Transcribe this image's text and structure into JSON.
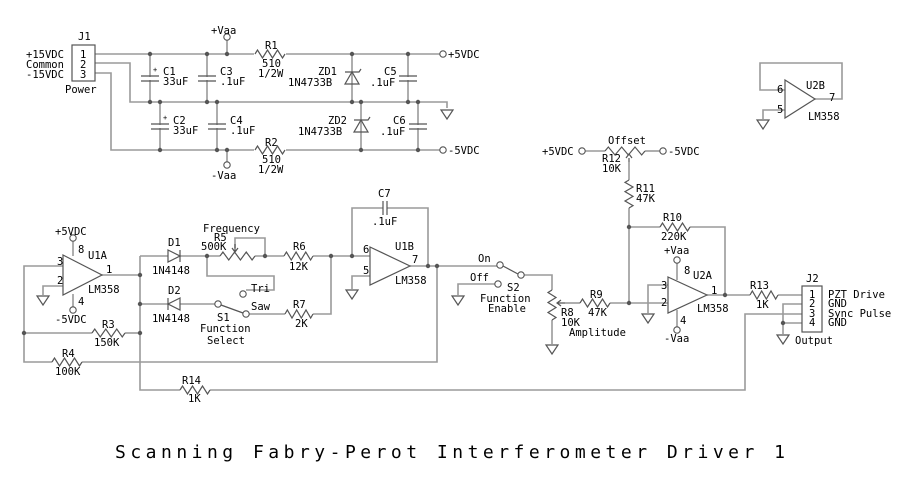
{
  "title": "Scanning Fabry-Perot Interferometer Driver 1",
  "j1": {
    "ref": "J1",
    "name": "Power",
    "pins": [
      "1",
      "2",
      "3"
    ],
    "signals": [
      "+15VDC",
      "Common",
      "-15VDC"
    ]
  },
  "rails": {
    "pos_out": "+5VDC",
    "neg_out": "-5VDC",
    "pos_vaa": "+Vaa",
    "neg_vaa": "-Vaa"
  },
  "c1": {
    "ref": "C1",
    "value": "33uF"
  },
  "c2": {
    "ref": "C2",
    "value": "33uF"
  },
  "c3": {
    "ref": "C3",
    "value": ".1uF"
  },
  "c4": {
    "ref": "C4",
    "value": ".1uF"
  },
  "c5": {
    "ref": "C5",
    "value": ".1uF"
  },
  "c6": {
    "ref": "C6",
    "value": ".1uF"
  },
  "c7": {
    "ref": "C7",
    "value": ".1uF"
  },
  "r1": {
    "ref": "R1",
    "value": "510",
    "rating": "1/2W"
  },
  "r2": {
    "ref": "R2",
    "value": "510",
    "rating": "1/2W"
  },
  "zd1": {
    "ref": "ZD1",
    "part": "1N4733B"
  },
  "zd2": {
    "ref": "ZD2",
    "part": "1N4733B"
  },
  "u2b": {
    "ref": "U2B",
    "part": "LM358",
    "pins": [
      "6",
      "5",
      "7"
    ]
  },
  "u1a": {
    "ref": "U1A",
    "part": "LM358",
    "pins": [
      "3",
      "2",
      "1",
      "8",
      "4"
    ],
    "vpos": "+5VDC",
    "vneg": "-5VDC"
  },
  "u1b": {
    "ref": "U1B",
    "part": "LM358",
    "pins": [
      "6",
      "5",
      "7"
    ]
  },
  "u2a": {
    "ref": "U2A",
    "part": "LM358",
    "pins": [
      "3",
      "2",
      "1",
      "8",
      "4"
    ],
    "vpos": "+Vaa",
    "vneg": "-Vaa"
  },
  "d1": {
    "ref": "D1",
    "part": "1N4148"
  },
  "d2": {
    "ref": "D2",
    "part": "1N4148"
  },
  "r3": {
    "ref": "R3",
    "value": "150K"
  },
  "r4": {
    "ref": "R4",
    "value": "100K"
  },
  "r5": {
    "ref": "R5",
    "value": "500K",
    "name": "Frequency"
  },
  "r6": {
    "ref": "R6",
    "value": "12K"
  },
  "r7": {
    "ref": "R7",
    "value": "2K"
  },
  "r8": {
    "ref": "R8",
    "value": "10K",
    "name": "Amplitude"
  },
  "r9": {
    "ref": "R9",
    "value": "47K"
  },
  "r10": {
    "ref": "R10",
    "value": "220K"
  },
  "r11": {
    "ref": "R11",
    "value": "47K"
  },
  "r12": {
    "ref": "R12",
    "value": "10K",
    "name": "Offset",
    "left": "+5VDC",
    "right": "-5VDC"
  },
  "r13": {
    "ref": "R13",
    "value": "1K"
  },
  "r14": {
    "ref": "R14",
    "value": "1K"
  },
  "s1": {
    "ref": "S1",
    "name1": "Function",
    "name2": "Select",
    "pos_a": "Tri",
    "pos_b": "Saw"
  },
  "s2": {
    "ref": "S2",
    "name1": "Function",
    "name2": "Enable",
    "pos_a": "On",
    "pos_b": "Off"
  },
  "j2": {
    "ref": "J2",
    "name": "Output",
    "pins": [
      "1",
      "2",
      "3",
      "4"
    ],
    "signals": [
      "PZT Drive",
      "GND",
      "Sync Pulse",
      "GND"
    ]
  }
}
